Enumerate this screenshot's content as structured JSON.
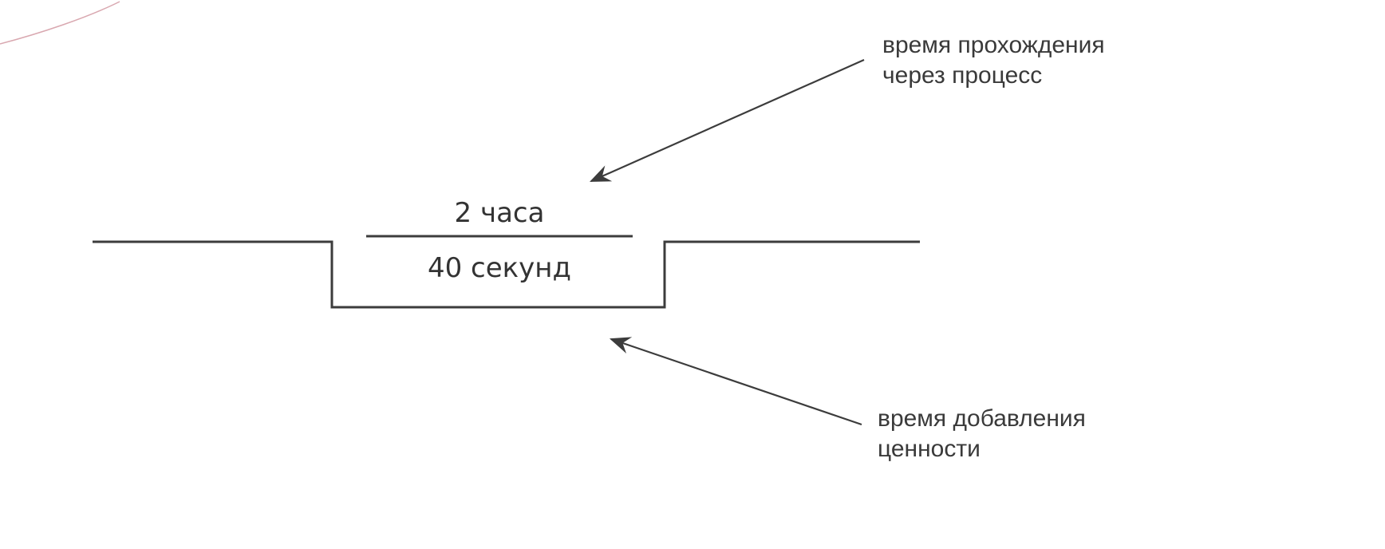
{
  "labels": {
    "process_time": [
      "время прохождения",
      "через процесс"
    ],
    "value_added_time": [
      "время добавления",
      "ценности"
    ]
  },
  "values": {
    "process_time": "2 часа",
    "value_added_time": "40 секунд"
  },
  "colors": {
    "line": "#3c3c3c",
    "arrow": "#3c3c3c",
    "text": "#3a3a3a"
  }
}
